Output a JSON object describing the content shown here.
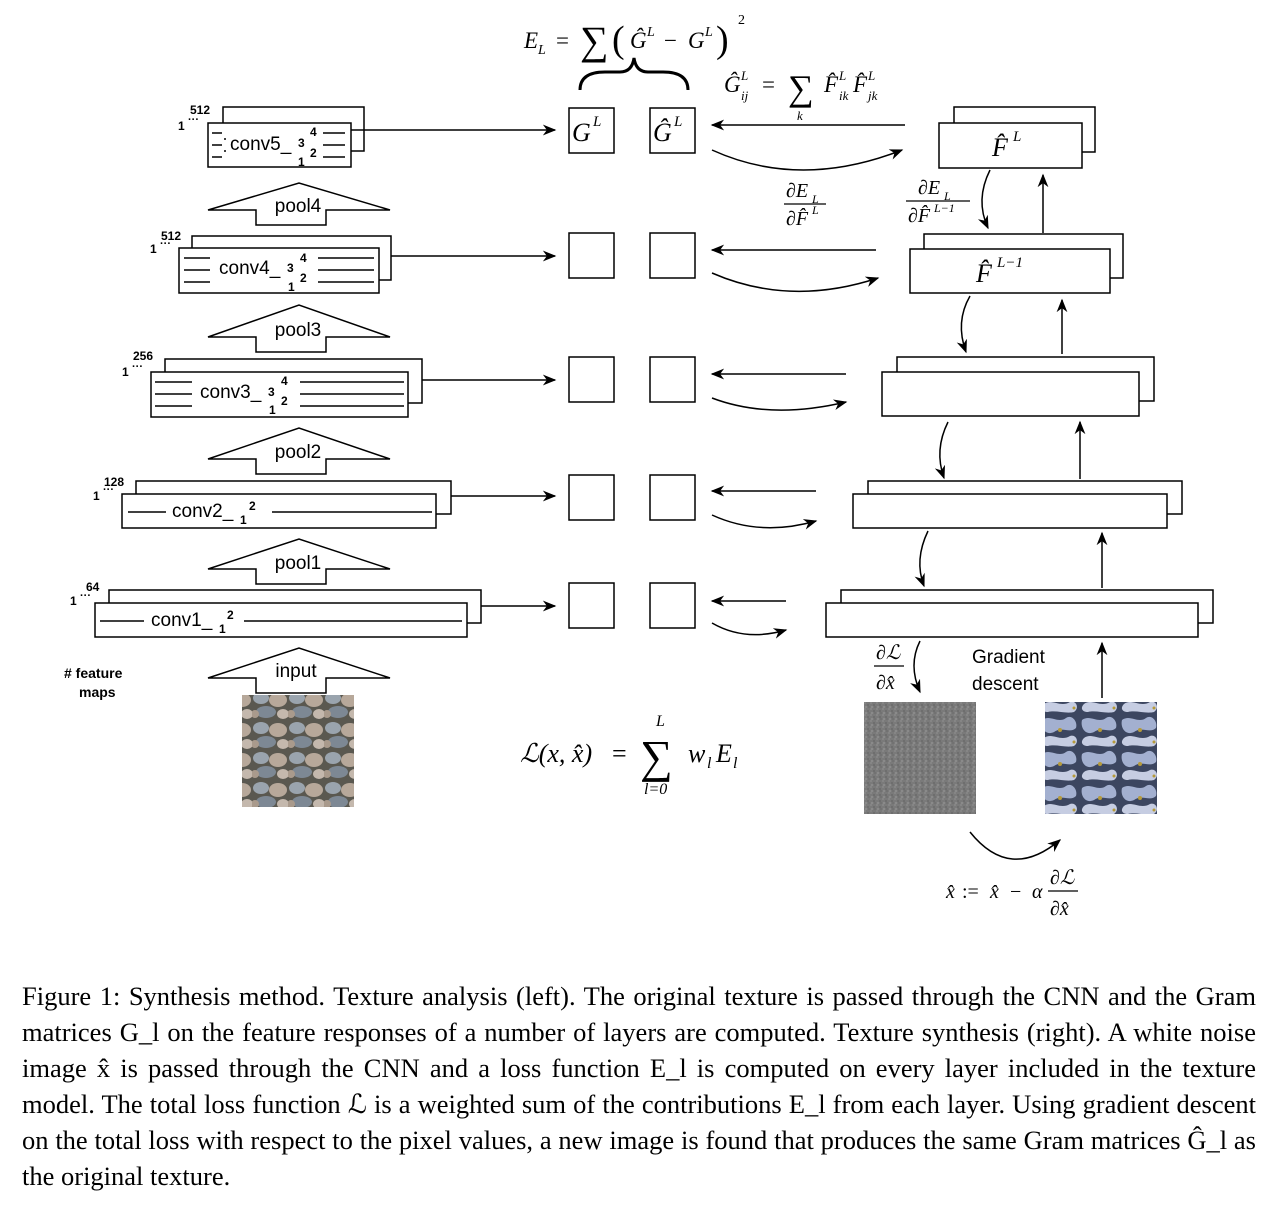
{
  "analysis": {
    "layers": [
      {
        "label": "conv5_",
        "sub": "1",
        "numbers": [
          "4",
          "3",
          "2"
        ],
        "depth": "512",
        "start": "1"
      },
      {
        "label": "conv4_",
        "sub": "1",
        "numbers": [
          "4",
          "3",
          "2"
        ],
        "depth": "512",
        "start": "1"
      },
      {
        "label": "conv3_",
        "sub": "1",
        "numbers": [
          "4",
          "3",
          "2"
        ],
        "depth": "256",
        "start": "1"
      },
      {
        "label": "conv2_",
        "sub": "1",
        "numbers": [
          "2"
        ],
        "depth": "128",
        "start": "1"
      },
      {
        "label": "conv1_",
        "sub": "1",
        "numbers": [
          "2"
        ],
        "depth": "64",
        "start": "1"
      }
    ],
    "pools": [
      "pool4",
      "pool3",
      "pool2",
      "pool1",
      "input"
    ],
    "feature_maps_label": [
      "# feature",
      "maps"
    ]
  },
  "gram": {
    "G_label": "G",
    "Ghat_label": "Ĝ",
    "superscript": "L"
  },
  "equations": {
    "energy": "E_L = Σ (Ĝ^L − G^L)^2",
    "gram_def": "Ĝ^L_ij = Σ_k F̂^L_ik F̂^L_jk",
    "loss": "ℒ(x, x̂) = Σ_{l=0}^{L} w_l E_l",
    "update": "x̂ := x̂ − α ∂ℒ/∂x̂",
    "dE_dF": "∂E_L / ∂F̂^L",
    "dE_dF_prev": "∂E_L / ∂F̂^{L−1}",
    "dL_dx": "∂ℒ / ∂x̂"
  },
  "synthesis": {
    "top_label": "F̂",
    "top_sup": "L",
    "second_label": "F̂",
    "second_sup": "L−1",
    "gradient_label": [
      "Gradient",
      "descent"
    ]
  },
  "caption": {
    "text": "Figure 1: Synthesis method. Texture analysis (left). The original texture is passed through the CNN and the Gram matrices G_l on the feature responses of a number of layers are computed. Texture synthesis (right). A white noise image x̂ is passed through the CNN and a loss function E_l is computed on every layer included in the texture model. The total loss function ℒ is a weighted sum of the contributions E_l from each layer. Using gradient descent on the total loss with respect to the pixel values, a new image is found that produces the same Gram matrices Ĝ_l as the original texture."
  }
}
